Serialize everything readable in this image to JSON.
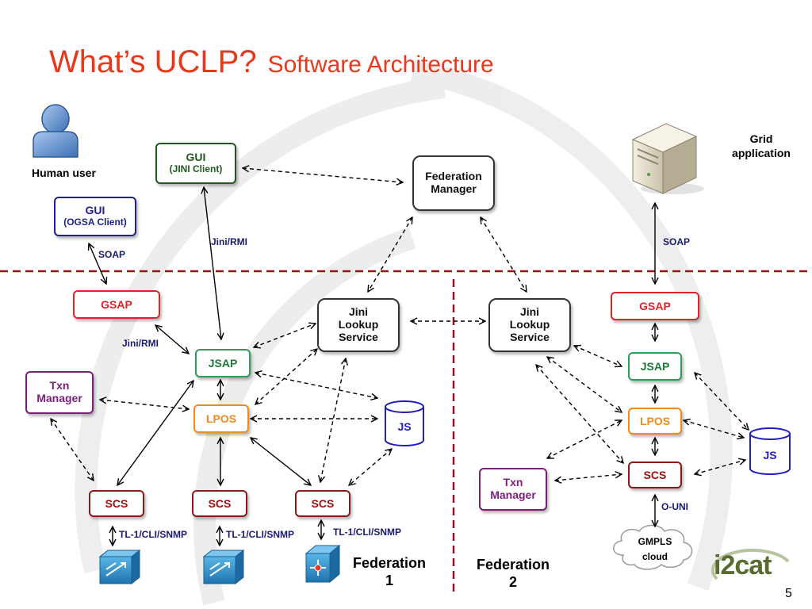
{
  "slide": {
    "title_main": "What’s UCLP?",
    "title_sub": "Software Architecture",
    "page_number": "5",
    "logo_text": "i2cat"
  },
  "labels": {
    "human_user": "Human user",
    "grid_application": [
      "Grid",
      "application"
    ],
    "soap_left": "SOAP",
    "soap_right": "SOAP",
    "jini_rmi_top": "Jini/RMI",
    "jini_rmi_left": "Jini/RMI",
    "tl1_a": "TL-1/CLI/SNMP",
    "tl1_b": "TL-1/CLI/SNMP",
    "tl1_c": "TL-1/CLI/SNMP",
    "o_uni": "O-UNI",
    "federation1": [
      "Federation",
      "1"
    ],
    "federation2": [
      "Federation",
      "2"
    ]
  },
  "nodes": {
    "gui_jini": [
      "GUI",
      "(JINI Client)"
    ],
    "gui_ogsa": [
      "GUI",
      "(OGSA Client)"
    ],
    "federation_manager": [
      "Federation",
      "Manager"
    ],
    "jini_lookup_1": [
      "Jini",
      "Lookup",
      "Service"
    ],
    "jini_lookup_2": [
      "Jini",
      "Lookup",
      "Service"
    ],
    "gsap_1": "GSAP",
    "gsap_2": "GSAP",
    "jsap_1": "JSAP",
    "jsap_2": "JSAP",
    "lpos_1": "LPOS",
    "lpos_2": "LPOS",
    "txn_1": [
      "Txn",
      "Manager"
    ],
    "txn_2": [
      "Txn",
      "Manager"
    ],
    "js_1": "JS",
    "js_2": "JS",
    "scs_1": "SCS",
    "scs_2": "SCS",
    "scs_3": "SCS",
    "scs_4": "SCS",
    "gmpls": [
      "GMPLS",
      "cloud"
    ]
  },
  "colors": {
    "title": "#e8381b",
    "separator": "#8b1a1a",
    "label_navy": "#1a1a6e"
  }
}
